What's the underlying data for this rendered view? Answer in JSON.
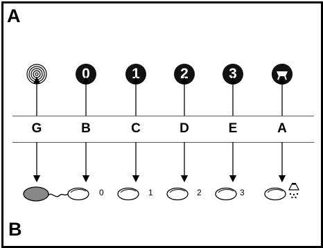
{
  "panel_a": {
    "letter": "A"
  },
  "panel_b": {
    "letter": "B"
  },
  "columns": [
    {
      "label": "G",
      "knob_icon": "grill-spiral-icon",
      "knob_text": ""
    },
    {
      "label": "B",
      "knob_icon": "knob-0-icon",
      "knob_text": "0"
    },
    {
      "label": "C",
      "knob_icon": "knob-1-icon",
      "knob_text": "1"
    },
    {
      "label": "D",
      "knob_icon": "knob-2-icon",
      "knob_text": "2"
    },
    {
      "label": "E",
      "knob_icon": "knob-3-icon",
      "knob_text": "3"
    },
    {
      "label": "A",
      "knob_icon": "oven-knob-icon",
      "knob_text": ""
    }
  ],
  "burners": [
    {
      "icon": "grill-plate-icon",
      "number": ""
    },
    {
      "icon": "burner-icon",
      "number": "0"
    },
    {
      "icon": "burner-icon",
      "number": "1"
    },
    {
      "icon": "burner-icon",
      "number": "2"
    },
    {
      "icon": "burner-icon",
      "number": "3"
    },
    {
      "icon": "oven-burner-icon",
      "number": ""
    }
  ],
  "colors": {
    "ink": "#000000",
    "grill_fill": "#888888",
    "frame": "#000000"
  }
}
